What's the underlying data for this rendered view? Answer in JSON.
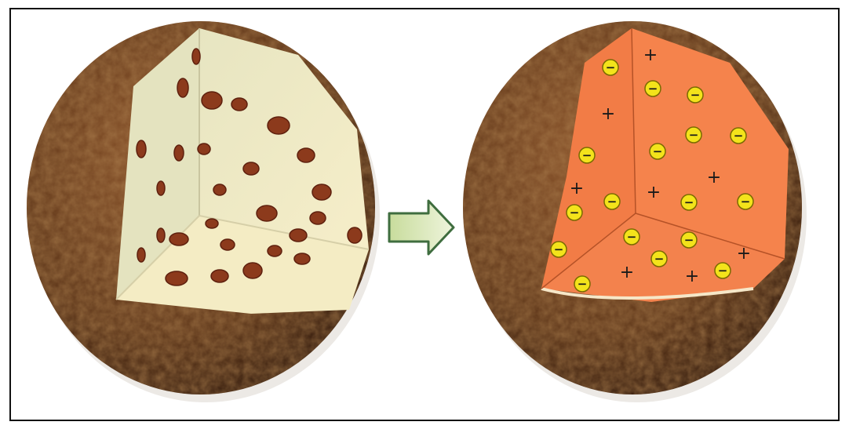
{
  "diagram": {
    "left_model": {
      "name": "plum-pudding",
      "shell_color": "#5b3418",
      "interior_color": "#f2ecc6",
      "raisin_color": "#8c3a1c"
    },
    "transition_arrow": {
      "direction": "right",
      "fill": "#d8e6b4",
      "stroke": "#3f6d3f"
    },
    "right_model": {
      "name": "thomson-atom",
      "shell_color": "#5b3418",
      "interior_color": "#f5804a",
      "electron_fill": "#f3e31b",
      "electron_symbol": "−",
      "positive_symbol": "+",
      "symbol_color": "#1a1a1a"
    }
  }
}
